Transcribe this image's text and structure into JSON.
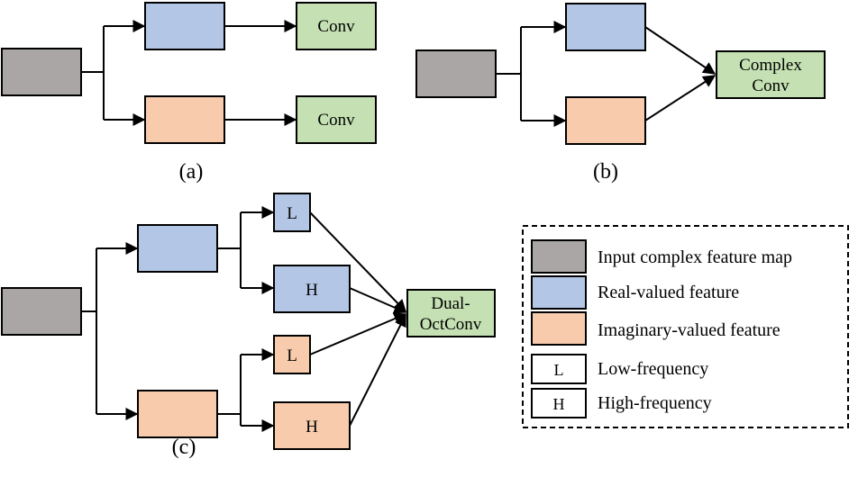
{
  "colors": {
    "input": "#aaa6a6",
    "real": "#b4c6e6",
    "imag": "#f8cbad",
    "conv": "#c5e1b3",
    "plain": "#ffffff"
  },
  "panel_a": {
    "caption": "(a)",
    "conv_top": "Conv",
    "conv_bottom": "Conv"
  },
  "panel_b": {
    "caption": "(b)",
    "complex_conv_line1": "Complex",
    "complex_conv_line2": "Conv"
  },
  "panel_c": {
    "caption": "(c)",
    "real_low": "L",
    "real_high": "H",
    "imag_low": "L",
    "imag_high": "H",
    "dual_line1": "Dual-",
    "dual_line2": "OctConv"
  },
  "legend": {
    "items": [
      {
        "color_key": "input",
        "symbol": "",
        "label": "Input complex feature map"
      },
      {
        "color_key": "real",
        "symbol": "",
        "label": "Real-valued feature"
      },
      {
        "color_key": "imag",
        "symbol": "",
        "label": "Imaginary-valued feature"
      },
      {
        "color_key": "plain",
        "symbol": "L",
        "label": "Low-frequency"
      },
      {
        "color_key": "plain",
        "symbol": "H",
        "label": "High-frequency"
      }
    ]
  }
}
